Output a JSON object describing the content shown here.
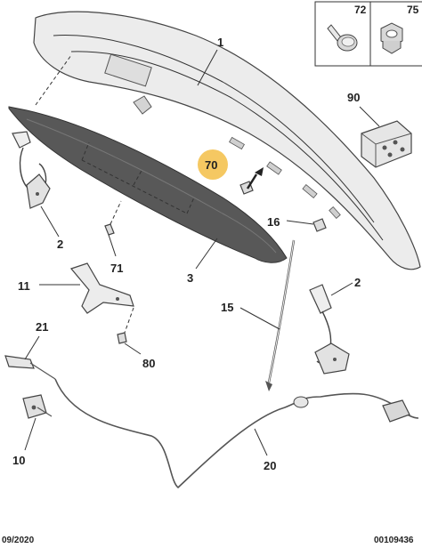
{
  "labels": {
    "p1": "1",
    "p2_left": "2",
    "p2_right": "2",
    "p3": "3",
    "p10": "10",
    "p11": "11",
    "p15": "15",
    "p16": "16",
    "p20": "20",
    "p21": "21",
    "p70": "70",
    "p71": "71",
    "p80": "80",
    "p90": "90"
  },
  "inset": {
    "box1_label": "72",
    "box2_label": "75"
  },
  "footer": {
    "date": "09/2020",
    "reference": "00109436"
  },
  "colors": {
    "highlight": "#f5c862",
    "panel_fill": "#ececec",
    "seal_fill": "#585858",
    "stroke": "#333333"
  }
}
